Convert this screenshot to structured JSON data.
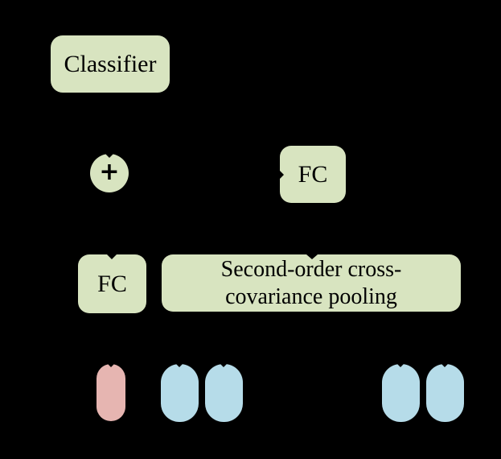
{
  "colors": {
    "background": "#000000",
    "node_green": "#d8e4c0",
    "pill_pink": "#e6b5b1",
    "pill_blue": "#b6dce9",
    "label_text": "#000000"
  },
  "nodes": {
    "classifier": {
      "label": "Classifier"
    },
    "sum": {
      "symbol": "+"
    },
    "fc_top": {
      "label": "FC"
    },
    "fc_bottom": {
      "label": "FC"
    },
    "pooling": {
      "line1": "Second-order cross-",
      "line2": "covariance pooling"
    }
  },
  "pills": [
    {
      "color": "pink"
    },
    {
      "color": "blue"
    },
    {
      "color": "blue"
    },
    {
      "color": "blue"
    },
    {
      "color": "blue"
    }
  ]
}
